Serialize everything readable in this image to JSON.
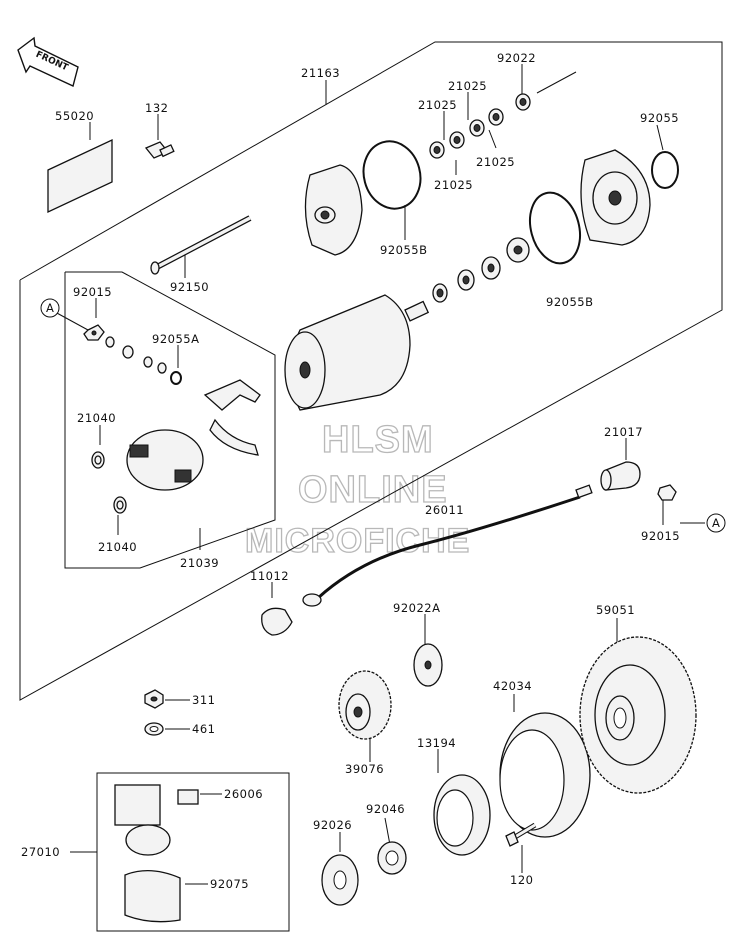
{
  "front_label": "FRONT",
  "watermark": {
    "line1": "HLSM",
    "line2": "ONLINE",
    "line3": "MICROFICHE"
  },
  "reference_mark": "A",
  "labels": {
    "p21163": "21163",
    "p92022": "92022",
    "p55020": "55020",
    "p132": "132",
    "p21025_a": "21025",
    "p21025_b": "21025",
    "p21025_c": "21025",
    "p21025_d": "21025",
    "p92055": "92055",
    "p92055B_a": "92055B",
    "p92055B_b": "92055B",
    "p92150": "92150",
    "p92015_a": "92015",
    "p92055A": "92055A",
    "p21040_a": "21040",
    "p21040_b": "21040",
    "p21039": "21039",
    "p21017": "21017",
    "p26011": "26011",
    "p92015_b": "92015",
    "p11012": "11012",
    "p92022A": "92022A",
    "p59051": "59051",
    "p311": "311",
    "p461": "461",
    "p42034": "42034",
    "p13194": "13194",
    "p39076": "39076",
    "p26006": "26006",
    "p27010": "27010",
    "p92026": "92026",
    "p92046": "92046",
    "p120": "120",
    "p92075": "92075"
  }
}
